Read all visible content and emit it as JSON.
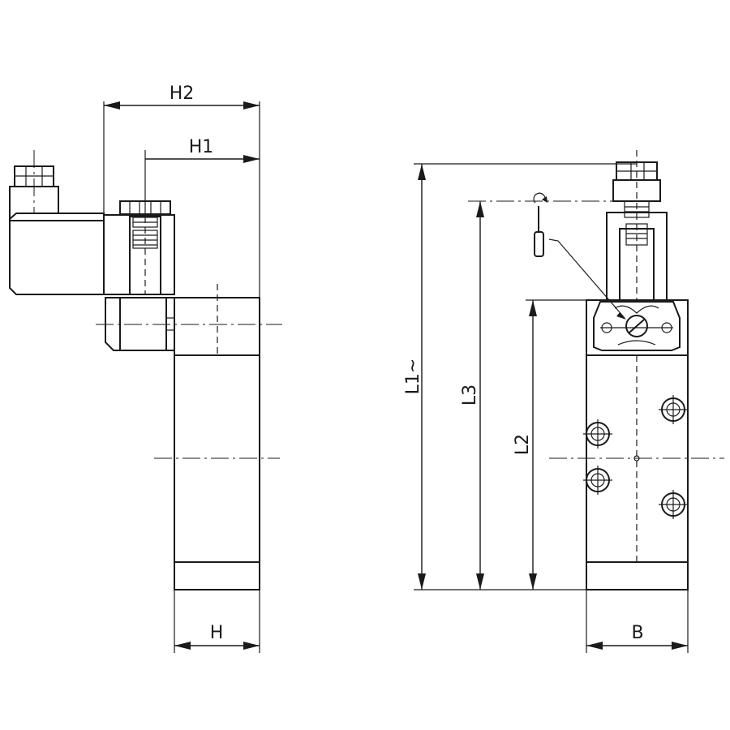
{
  "dimensions": {
    "h2": "H2",
    "h1": "H1",
    "h": "H",
    "b": "B",
    "l1": "L1~",
    "l2": "L2",
    "l3": "L3"
  }
}
